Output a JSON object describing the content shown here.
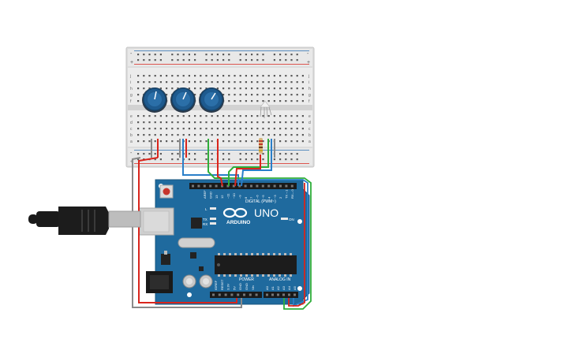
{
  "breadboard": {
    "rail_sign_minus": "-",
    "rail_sign_plus": "+",
    "row_letters_top": [
      "j",
      "i",
      "h",
      "g",
      "f"
    ],
    "row_letters_bottom": [
      "e",
      "d",
      "c",
      "b",
      "a"
    ],
    "potentiometer_count": 3,
    "rgb_led": "RGB LED",
    "resistor": "resistor"
  },
  "arduino": {
    "logo_text": "ARDUINO",
    "model": "UNO",
    "digital_label": "DIGITAL (PWM~)",
    "power_label": "POWER",
    "analog_label": "ANALOG IN",
    "on_label": "ON",
    "led_l": "L",
    "led_tx": "TX",
    "led_rx": "RX",
    "digital_pins": [
      "AREF",
      "GND",
      "13",
      "12",
      "~11",
      "~10",
      "~9",
      "8",
      "7",
      "~6",
      "~5",
      "4",
      "~3",
      "2",
      "TX→1",
      "RX←0"
    ],
    "power_pins": [
      "IOREF",
      "RESET",
      "3.3V",
      "5V",
      "GND",
      "GND",
      "Vin"
    ],
    "analog_pins": [
      "A0",
      "A1",
      "A2",
      "A3",
      "A4",
      "A5"
    ]
  },
  "colors": {
    "board_blue": "#1f6a9e",
    "breadboard": "#e6e6e6",
    "wire_red": "#d9251c",
    "wire_blue": "#2a7fc9",
    "wire_green": "#2fae3a",
    "wire_gray": "#8a8a8a",
    "knob": "#1e5a8e"
  }
}
